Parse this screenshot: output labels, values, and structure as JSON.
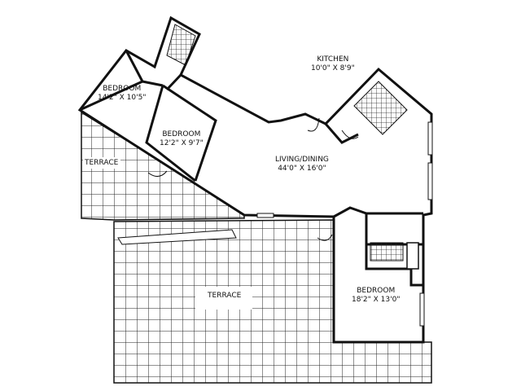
{
  "plan": {
    "rooms": [
      {
        "name": "KITCHEN",
        "size": "10'0\" X 8'9\""
      },
      {
        "name": "BEDROOM",
        "size": "14'2\" X 10'5\""
      },
      {
        "name": "BEDROOM",
        "size": "12'2\" X 9'7\""
      },
      {
        "name": "LIVING/DINING",
        "size": "44'0\" X 16'0\""
      },
      {
        "name": "BEDROOM",
        "size": "18'2\" X 13'0\""
      }
    ],
    "terraces": [
      {
        "name": "TERRACE"
      },
      {
        "name": "TERRACE"
      }
    ],
    "colors": {
      "ink": "#111111",
      "paper": "#ffffff"
    }
  }
}
